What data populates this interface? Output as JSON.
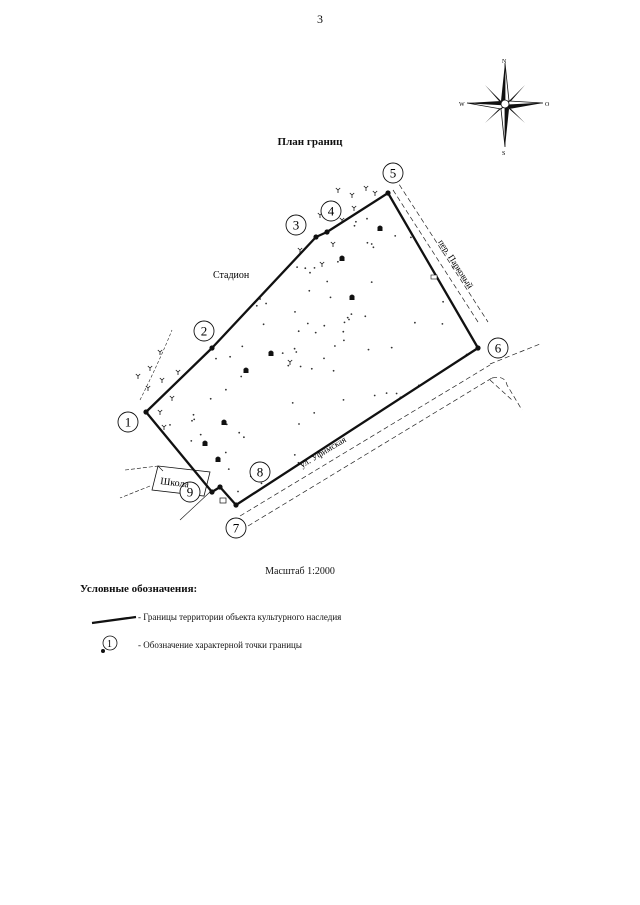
{
  "page_number": "3",
  "map_title": "План границ",
  "compass": {
    "n": "N",
    "s": "S",
    "w": "W",
    "e": "O"
  },
  "labels": {
    "stadium": "Стадион",
    "school": "Школа",
    "street_park": "пер. Парковый",
    "street_ufa": "ул. Уфимская"
  },
  "points": [
    {
      "label": "1"
    },
    {
      "label": "2"
    },
    {
      "label": "3"
    },
    {
      "label": "4"
    },
    {
      "label": "5"
    },
    {
      "label": "6"
    },
    {
      "label": "7"
    },
    {
      "label": "8"
    },
    {
      "label": "9"
    }
  ],
  "scale": "Масштаб 1:2000",
  "legend": {
    "title": "Условные обозначения:",
    "boundary": "- Границы территории объекта культурного наследия",
    "point_symbol": "1",
    "point": "- Обозначение характерной точки границы"
  },
  "colors": {
    "ink": "#111111",
    "paper": "#ffffff"
  }
}
